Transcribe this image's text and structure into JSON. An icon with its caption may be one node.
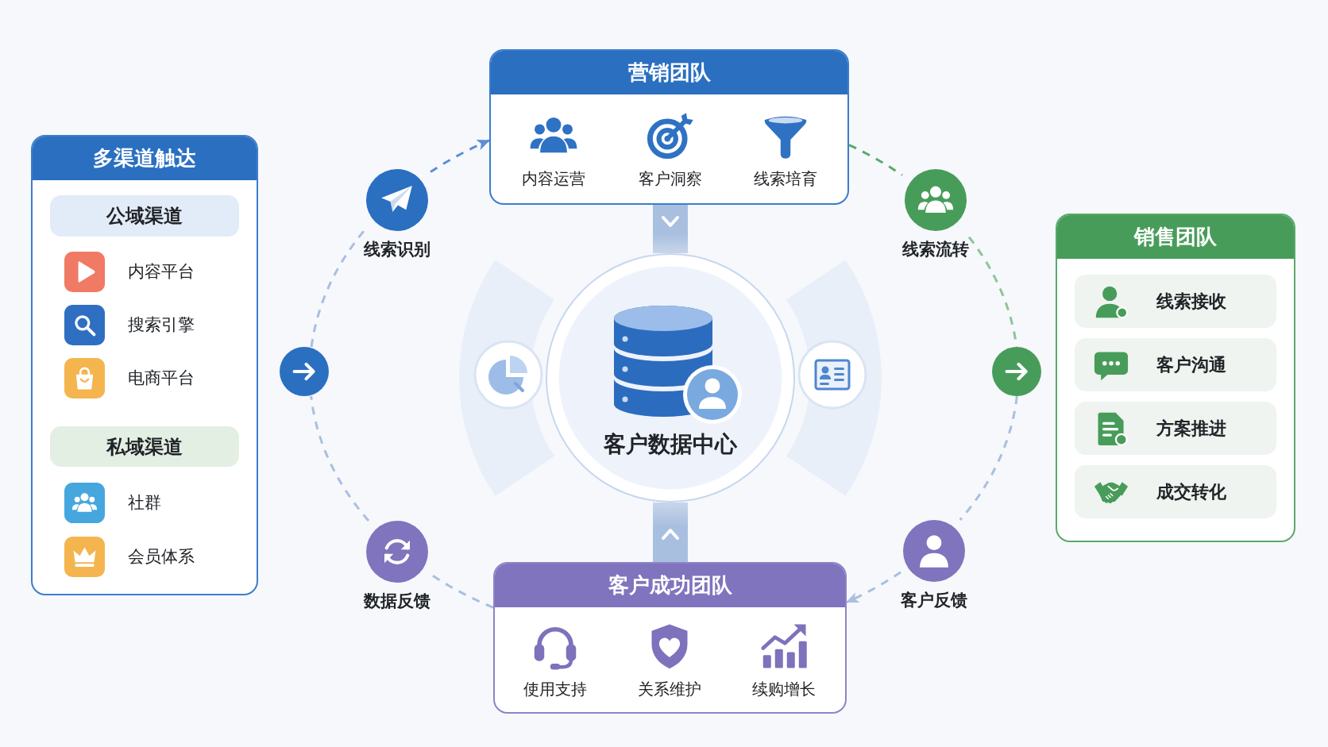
{
  "diagram": {
    "nodes": [
      {
        "text": [
          "多渠道触达"
        ]
      },
      {
        "text": [
          "公域渠道"
        ],
        "in": 0
      },
      {
        "text": [
          "内容平台"
        ],
        "in": 0
      },
      {
        "text": [
          "搜索引擎"
        ],
        "in": 0
      },
      {
        "text": [
          "电商平台"
        ],
        "in": 0
      },
      {
        "text": [
          "私域渠道"
        ],
        "in": 0
      },
      {
        "text": [
          "社群"
        ],
        "in": 0
      },
      {
        "text": [
          "会员体系"
        ],
        "in": 0
      },
      {
        "text": [
          "营销团队"
        ]
      },
      {
        "text": [
          "内容运营"
        ],
        "in": 8
      },
      {
        "text": [
          "客户洞察"
        ],
        "in": 8
      },
      {
        "text": [
          "线索培育"
        ],
        "in": 8
      },
      {
        "text": [
          "线索识别"
        ]
      },
      {
        "text": [
          "线索流转"
        ]
      },
      {
        "text": [],
        "shape": "circle"
      },
      {
        "text": [
          "客户数据中心"
        ]
      },
      {
        "text": [],
        "shape": "circle"
      },
      {
        "text": [
          "销售团队"
        ]
      },
      {
        "text": [
          "线索接收"
        ],
        "in": 17
      },
      {
        "text": [
          "客户沟通"
        ],
        "in": 17
      },
      {
        "text": [
          "方案推进"
        ],
        "in": 17
      },
      {
        "text": [
          "成交转化"
        ],
        "in": 17
      },
      {
        "text": [
          "数据反馈"
        ]
      },
      {
        "text": [
          "客户反馈"
        ]
      },
      {
        "text": [
          "客户成功团队"
        ]
      },
      {
        "text": [
          "使用支持"
        ],
        "in": 24
      },
      {
        "text": [
          "关系维护"
        ],
        "in": 24
      },
      {
        "text": [
          "续购增长"
        ],
        "in": 24
      }
    ],
    "edges": [
      {
        "from": 12,
        "to": 8,
        "arrow": "to",
        "style": "dashed",
        "color": "#5b8fd5"
      },
      {
        "from": 8,
        "to": 13,
        "arrow": "none",
        "style": "dashed",
        "color": "#5aa96a"
      },
      {
        "from": 13,
        "to": 16,
        "arrow": "none",
        "style": "dashed",
        "color": "#8cc59a"
      },
      {
        "from": 16,
        "to": 23,
        "arrow": "none",
        "style": "dashed"
      },
      {
        "from": 23,
        "to": 24,
        "arrow": "to",
        "style": "dashed"
      },
      {
        "from": 24,
        "to": 22,
        "arrow": "none",
        "style": "dashed"
      },
      {
        "from": 22,
        "to": 14,
        "arrow": "none",
        "style": "dashed"
      },
      {
        "from": 14,
        "to": 12,
        "arrow": "none",
        "style": "dashed"
      },
      {
        "from": 8,
        "to": 15,
        "arrow": "to",
        "style": "thick"
      },
      {
        "from": 24,
        "to": 15,
        "arrow": "to",
        "style": "thick"
      }
    ]
  }
}
